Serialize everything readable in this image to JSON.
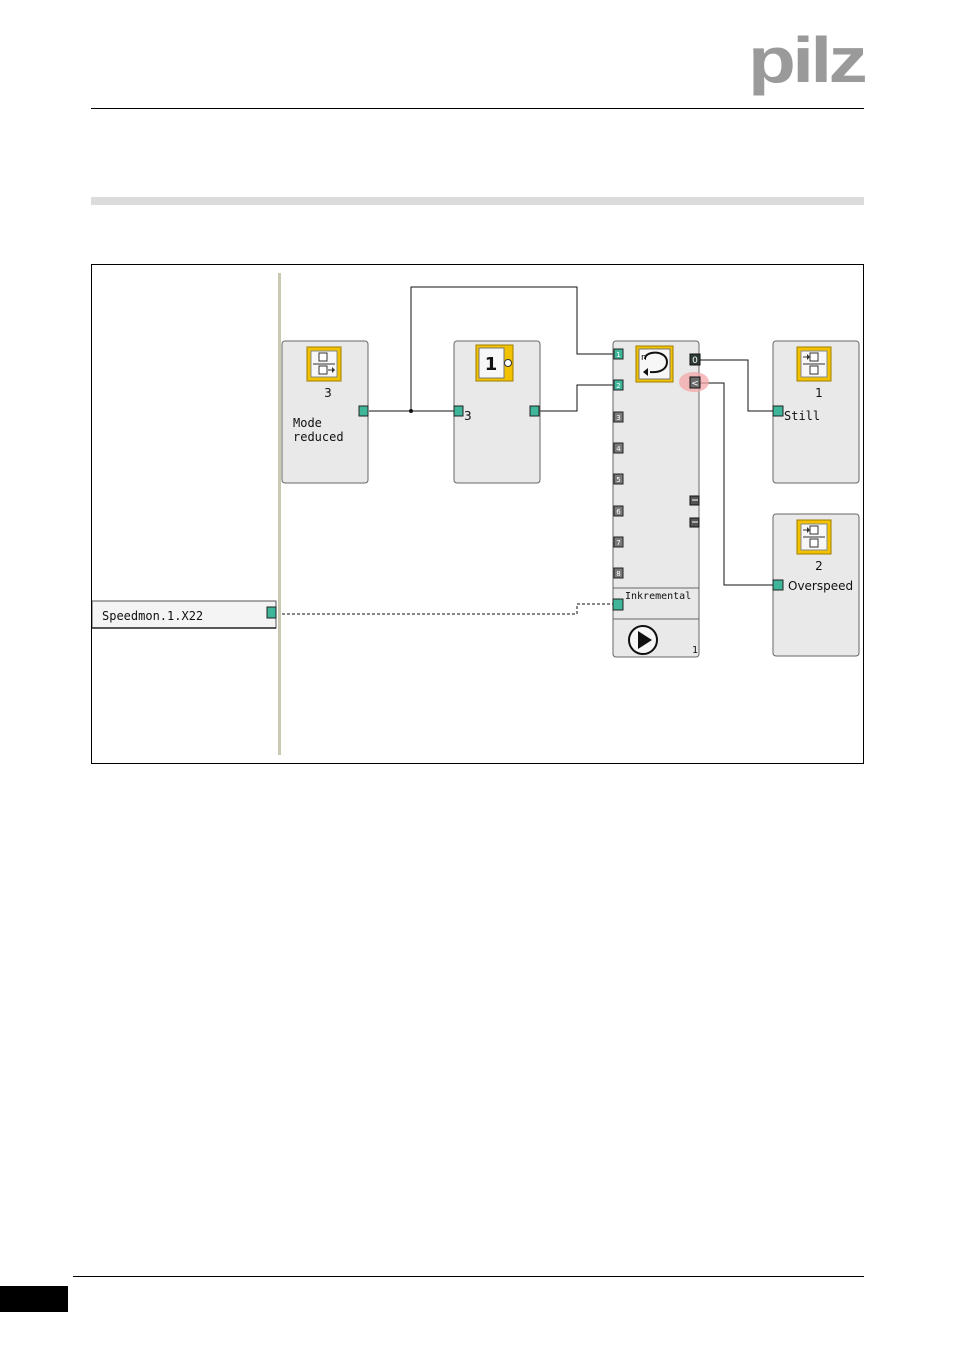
{
  "brand": {
    "logo_text": "pilz",
    "logo_color": "#9a9a9a"
  },
  "colors": {
    "port_fill": "#3fb69a",
    "icon_gold": "#f2c200",
    "block_fill": "#e9e9e9",
    "separator": "#c9c9b2",
    "highlight": "#f3a6a8"
  },
  "diagram": {
    "input_signal": {
      "label": "Speedmon.1.X22"
    },
    "block_mode": {
      "number": "3",
      "label_line1": "Mode",
      "label_line2": "reduced",
      "icon": "output-element-icon"
    },
    "block_not": {
      "digit": "1",
      "input_number": "3",
      "icon": "not-gate-icon"
    },
    "block_speed": {
      "icon": "rotation-counter-icon",
      "inputs": [
        "1",
        "2",
        "3",
        "4",
        "5",
        "6",
        "7",
        "8"
      ],
      "output_top": "0",
      "output_second": "<",
      "encoder_label": "Inkremental",
      "play_icon": "play-icon",
      "instance": "1"
    },
    "block_still": {
      "number": "1",
      "label": "Still",
      "icon": "input-element-icon"
    },
    "block_overspeed": {
      "number": "2",
      "label": "Overspeed",
      "icon": "input-element-icon"
    }
  }
}
